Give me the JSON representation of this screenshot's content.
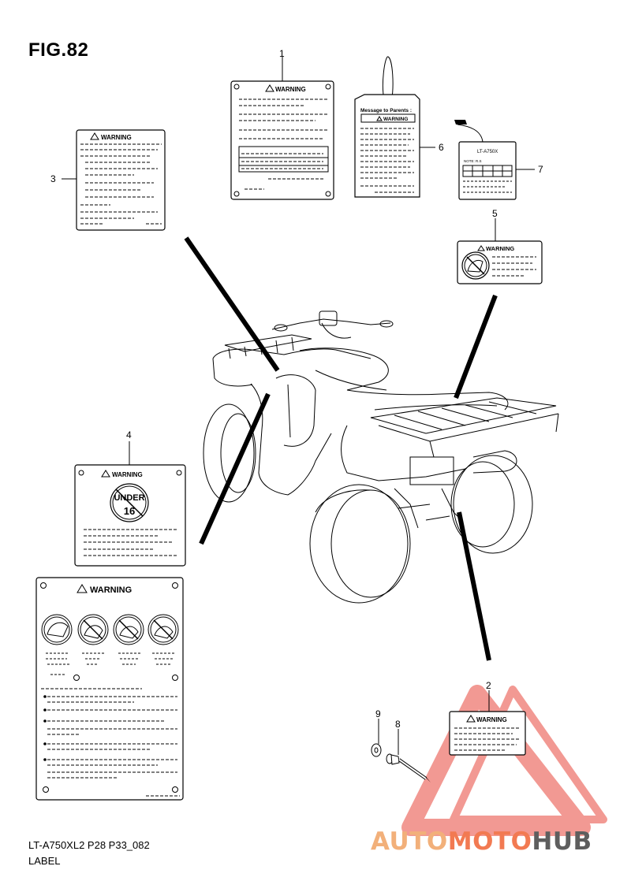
{
  "figure": {
    "title": "FIG.82",
    "code": "LT-A750XL2 P28 P33_082",
    "caption": "LABEL"
  },
  "labels": {
    "warning": "WARNING",
    "parents_heading": "Message to Parents :",
    "tag_model": "LT-A750X",
    "tag_sub": "NOTE: R.S",
    "age_line1": "UNDER",
    "age_line2": "16"
  },
  "callouts": [
    "1",
    "2",
    "3",
    "4",
    "5",
    "6",
    "7",
    "8",
    "9"
  ],
  "watermark": {
    "part1": "AUTO",
    "part2": "MOTO",
    "part3": "HUB",
    "colors": {
      "auto": "#f2b07a",
      "moto": "#f27a52",
      "hub": "#5e5e5e",
      "triangle": "#e8473b"
    }
  }
}
